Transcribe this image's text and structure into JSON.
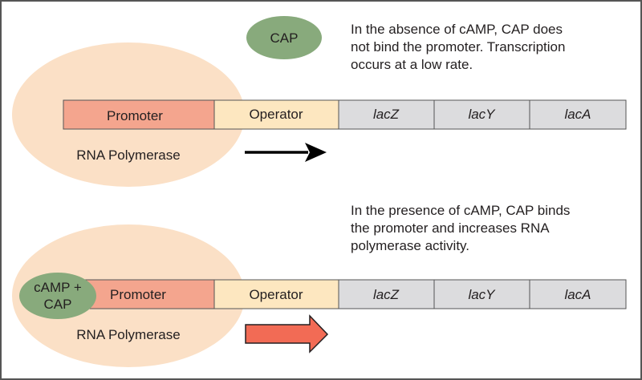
{
  "colors": {
    "border": "#555555",
    "polymerase": "#fbe0c6",
    "cap": "#88aa7c",
    "promoter": "#f4a58e",
    "operator": "#fde7c0",
    "gene": "#dcdcde",
    "arrow_low": "#000000",
    "arrow_high": "#f26b55"
  },
  "top_panel": {
    "cap_label": "CAP",
    "caption_lines": [
      "In the absence of cAMP, CAP does",
      "not bind the promoter. Transcription",
      "occurs at a low rate."
    ],
    "promoter_label": "Promoter",
    "operator_label": "Operator",
    "genes": [
      "lacZ",
      "lacY",
      "lacA"
    ],
    "polymerase_label": "RNA Polymerase",
    "arrow_icon": "thin-arrow-right"
  },
  "bottom_panel": {
    "cap_label_lines": [
      "cAMP +",
      "CAP"
    ],
    "caption_lines": [
      "In the presence of cAMP, CAP binds",
      "the promoter and increases RNA",
      "polymerase activity."
    ],
    "promoter_label": "Promoter",
    "operator_label": "Operator",
    "genes": [
      "lacZ",
      "lacY",
      "lacA"
    ],
    "polymerase_label": "RNA Polymerase",
    "arrow_icon": "block-arrow-right"
  }
}
